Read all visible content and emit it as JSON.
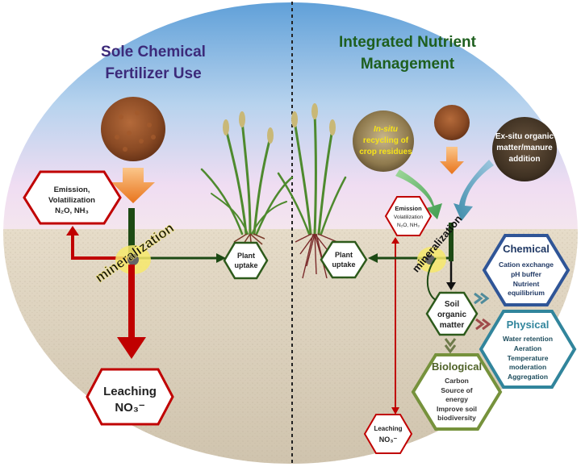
{
  "left": {
    "title_line1": "Sole Chemical",
    "title_line2": "Fertilizer Use",
    "emission": {
      "line1": "Emission,",
      "line2": "Volatilization",
      "line3": "N₂O, NH₃"
    },
    "mineralization": "mineralization",
    "plant_uptake": {
      "line1": "Plant",
      "line2": "uptake"
    },
    "leaching": {
      "line1": "Leaching",
      "line2": "NO₃⁻"
    }
  },
  "right": {
    "title_line1": "Integrated Nutrient",
    "title_line2": "Management",
    "insitu": {
      "line1": "In-situ",
      "line2": "recycling of",
      "line3": "crop residues"
    },
    "exsitu": {
      "line1": "Ex-situ organic",
      "line2": "matter/manure",
      "line3": "addition"
    },
    "emission": {
      "line1": "Emission",
      "line2": "Volatilization",
      "line3": "N₂O, NH₃"
    },
    "plant_uptake": {
      "line1": "Plant",
      "line2": "uptake"
    },
    "mineralization": "mineralization",
    "som": {
      "line1": "Soil",
      "line2": "organic",
      "line3": "matter"
    },
    "chemical": {
      "title": "Chemical",
      "items": [
        "Cation exchange",
        "pH buffer",
        "Nutrient",
        "equilibrium"
      ]
    },
    "physical": {
      "title": "Physical",
      "items": [
        "Water retention",
        "Aeration",
        "Temperature",
        "moderation",
        "Aggregation"
      ]
    },
    "biological": {
      "title": "Biological",
      "items": [
        "Carbon",
        "Source of",
        "energy",
        "Improve soil",
        "biodiversity"
      ]
    },
    "leaching": {
      "line1": "Leaching",
      "line2": "NO₃⁻"
    }
  },
  "colors": {
    "red": "#c00000",
    "green_dark": "#2d5a1b",
    "blue_hex": "#2f5597",
    "teal_hex": "#31859c",
    "green_hex": "#76923c",
    "title_left": "#3c2a7a",
    "title_right": "#1e5f1e"
  }
}
